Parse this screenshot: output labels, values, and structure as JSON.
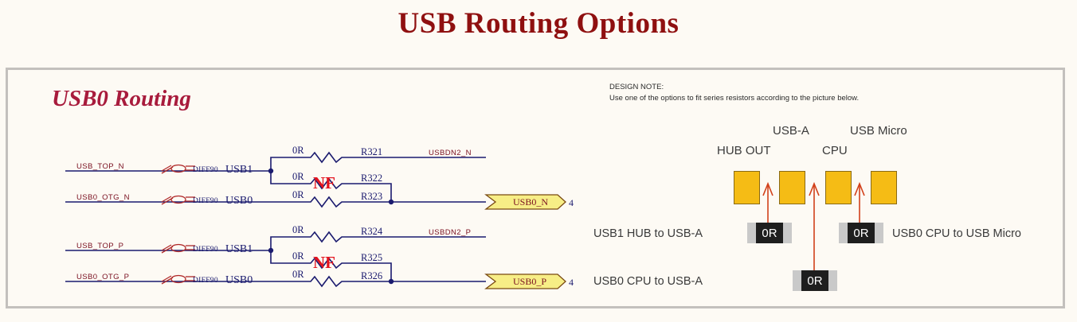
{
  "page": {
    "title": "USB Routing Options"
  },
  "panel": {
    "section_title": "USB0 Routing",
    "design_note": {
      "heading": "DESIGN NOTE:",
      "body": "Use one of the options to fit series resistors according to the picture below."
    }
  },
  "schematic": {
    "rows": [
      {
        "source_net": "USB_TOP_N",
        "rule": "DIFF90",
        "bus": "USB1",
        "second_source_net": "USB0_OTG_N",
        "second_rule": "DIFF90",
        "second_bus": "USB0",
        "resistors": [
          {
            "ref": "R321",
            "value": "0R",
            "nf": false
          },
          {
            "ref": "R322",
            "value": "0R",
            "nf": true
          },
          {
            "ref": "R323",
            "value": "0R",
            "nf": false
          }
        ],
        "branch_net": "USBDN2_N",
        "port": "USB0_N",
        "sheet": "4",
        "nf_marker": "NF"
      },
      {
        "source_net": "USB_TOP_P",
        "rule": "DIFF90",
        "bus": "USB1",
        "second_source_net": "USB0_OTG_P",
        "second_rule": "DIFF90",
        "second_bus": "USB0",
        "resistors": [
          {
            "ref": "R324",
            "value": "0R",
            "nf": false
          },
          {
            "ref": "R325",
            "value": "0R",
            "nf": true
          },
          {
            "ref": "R326",
            "value": "0R",
            "nf": false
          }
        ],
        "branch_net": "USBDN2_P",
        "port": "USB0_P",
        "sheet": "4",
        "nf_marker": "NF"
      }
    ]
  },
  "connector_diagram": {
    "pad_labels": [
      "HUB OUT",
      "USB-A",
      "CPU",
      "USB Micro"
    ],
    "options": [
      {
        "label": "USB1 HUB to USB-A",
        "resistor": "0R"
      },
      {
        "label": "USB0 CPU to USB Micro",
        "resistor": "0R"
      },
      {
        "label": "USB0 CPU to USB-A",
        "resistor": "0R"
      }
    ]
  },
  "colors": {
    "title": "#8f1010",
    "section_title": "#a81b3c",
    "wire": "#1a1a6e",
    "net_label": "#7a1020",
    "nf": "#e4121c",
    "pad": "#f5bc15",
    "arrow": "#d2401a",
    "port_fill": "#f7ee86",
    "background": "#fdfaf4"
  }
}
